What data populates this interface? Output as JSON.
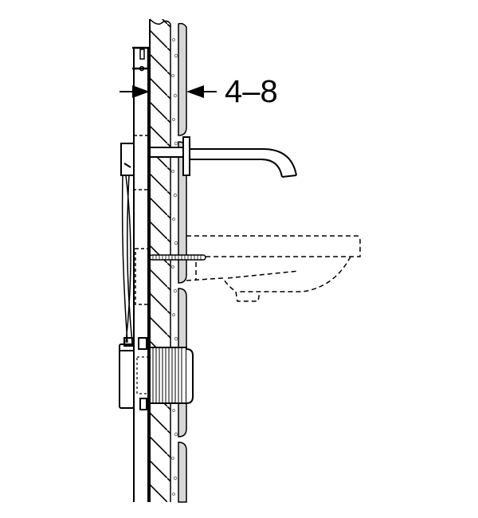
{
  "diagram": {
    "type": "technical-installation-section",
    "dimension": {
      "label": "4–8",
      "unit": ""
    },
    "components": [
      {
        "id": "frame",
        "label": "installation-frame"
      },
      {
        "id": "wall",
        "label": "wall-section-hatched"
      },
      {
        "id": "tile",
        "label": "tile-adhesive-layer"
      },
      {
        "id": "cladding",
        "label": "wall-cladding"
      },
      {
        "id": "tap",
        "label": "wall-mounted-spout"
      },
      {
        "id": "basin",
        "label": "washbasin-dashed-outline"
      },
      {
        "id": "bolt",
        "label": "threaded-fixing-rod"
      },
      {
        "id": "box",
        "label": "installation-box"
      },
      {
        "id": "sleeve",
        "label": "ribbed-sleeve"
      }
    ],
    "colors": {
      "line": "#000000",
      "cladding": "#d6d6d6",
      "background": "#ffffff"
    }
  }
}
